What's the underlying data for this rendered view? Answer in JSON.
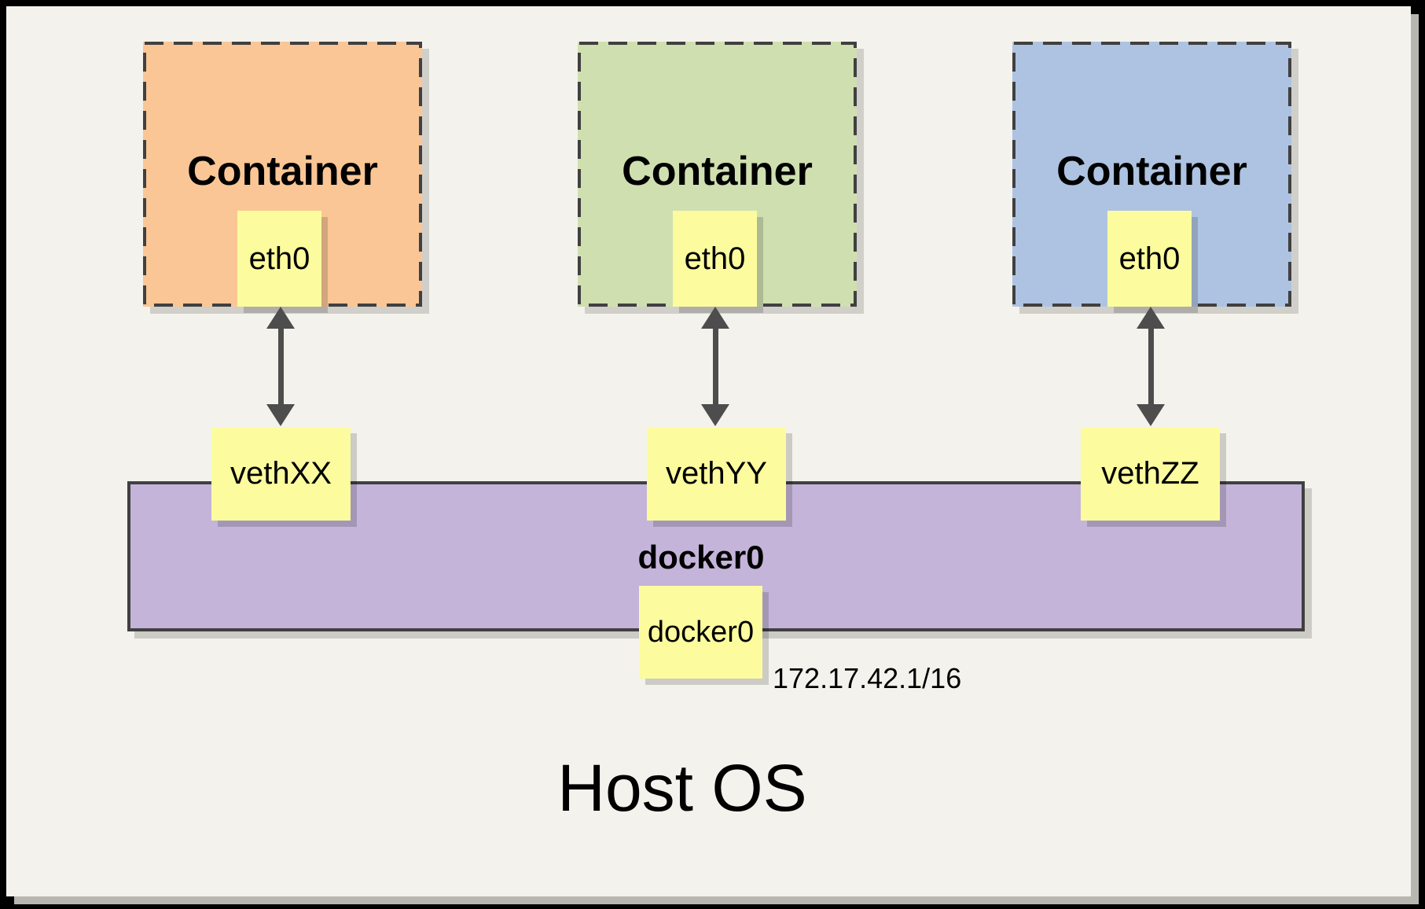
{
  "host": {
    "label": "Host OS"
  },
  "containers": [
    {
      "label": "Container",
      "interface_label": "eth0",
      "veth_label": "vethXX",
      "fill": "#FAC696"
    },
    {
      "label": "Container",
      "interface_label": "eth0",
      "veth_label": "vethYY",
      "fill": "#CFDFB0"
    },
    {
      "label": "Container",
      "interface_label": "eth0",
      "veth_label": "vethZZ",
      "fill": "#AEC3E1"
    }
  ],
  "bridge": {
    "label": "docker0",
    "interface_label": "docker0",
    "ip": "172.17.42.1/16",
    "fill": "#C4B4D9"
  },
  "colors": {
    "background": "#F4F2EC",
    "frame": "#000000",
    "container_orange": "#FAC696",
    "container_green": "#CFDFB0",
    "container_blue": "#AEC3E1",
    "bridge_purple": "#C4B4D9",
    "interface_yellow": "#FCFC9E",
    "border_dark": "#404040",
    "arrow_gray": "#4D4D4D"
  }
}
